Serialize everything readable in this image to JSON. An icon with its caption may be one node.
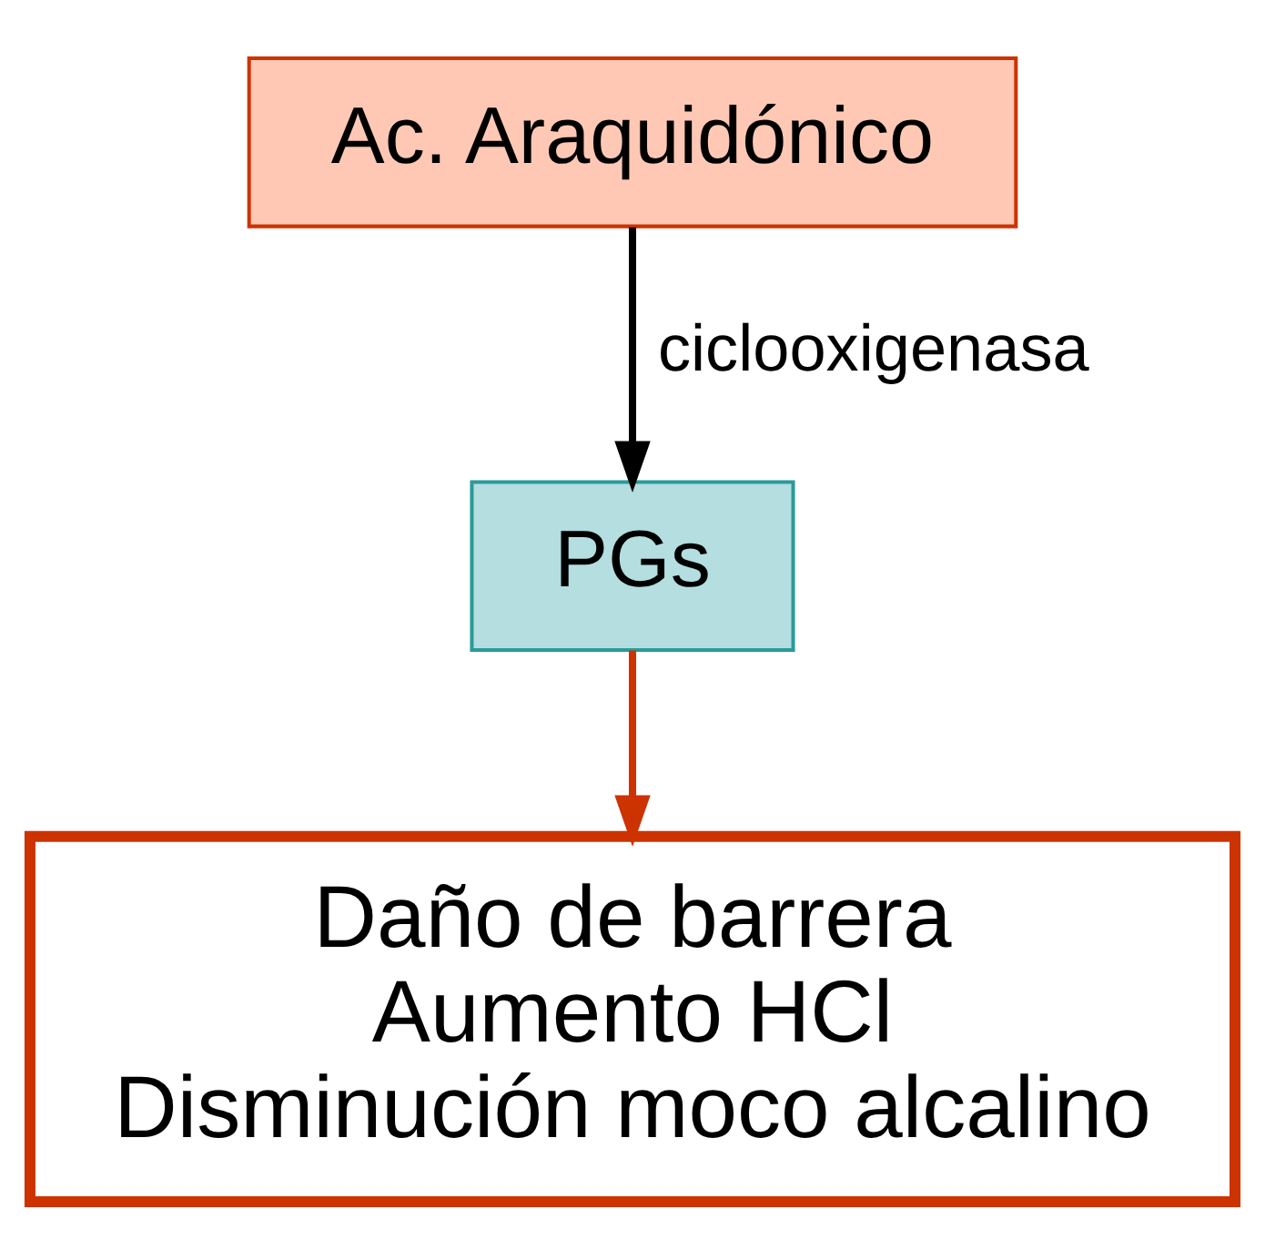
{
  "diagram": {
    "nodes": [
      {
        "text": [
          "Ac. Araquidónico"
        ]
      },
      {
        "text": [
          "PGs"
        ]
      },
      {
        "text": [
          "Daño de barrera",
          "Aumento HCl",
          "Disminución moco alcalino"
        ]
      }
    ],
    "edges": [
      {
        "from": 0,
        "to": 1,
        "arrow": "to",
        "label": "ciclooxigenasa"
      },
      {
        "from": 1,
        "to": 2,
        "arrow": "to",
        "color": "#cc3300"
      }
    ]
  }
}
